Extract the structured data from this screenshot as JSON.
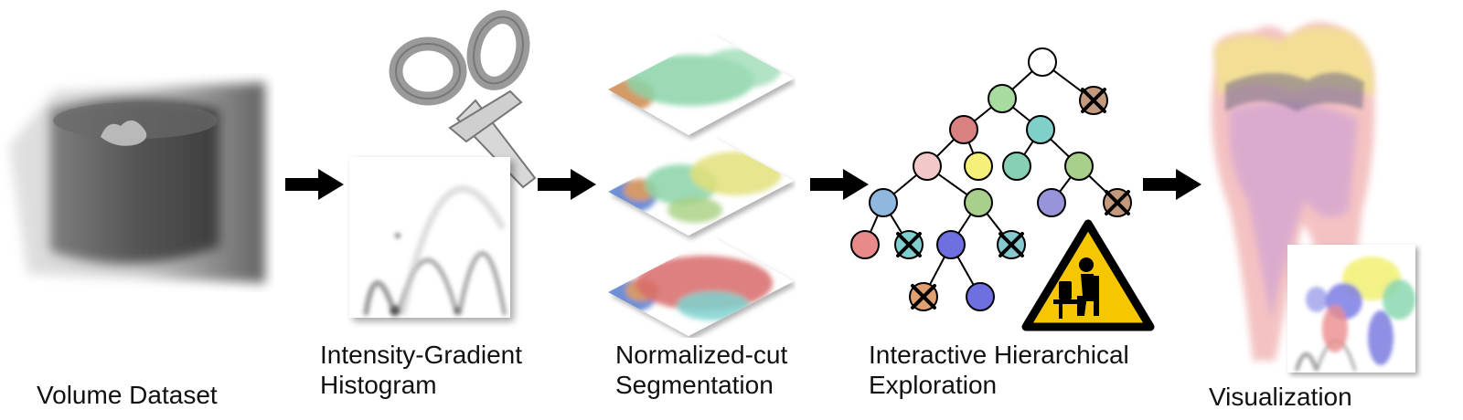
{
  "stages": [
    {
      "id": "volume",
      "label_lines": [
        "Volume Dataset"
      ]
    },
    {
      "id": "histogram",
      "label_lines": [
        "Intensity-Gradient",
        "Histogram"
      ]
    },
    {
      "id": "segmentation",
      "label_lines": [
        "Normalized-cut",
        "Segmentation"
      ]
    },
    {
      "id": "exploration",
      "label_lines": [
        "Interactive Hierarchical",
        "Exploration"
      ]
    },
    {
      "id": "visualization",
      "label_lines": [
        "Visualization"
      ]
    }
  ],
  "colors": {
    "arrow": "#000000",
    "orange": "#d9a070",
    "green": "#8ad3a8",
    "blue": "#6d8fd4",
    "yellow": "#e8e77a",
    "red": "#d86a6a",
    "cyan": "#7ed4d0",
    "purple": "#8a7ec8",
    "warning": "#f6c600"
  },
  "tree_node_colors": {
    "root": "#ffffff",
    "l1a": "#a8dba0",
    "l1b": "#c39a7e",
    "l2a": "#d98080",
    "l2b": "#7fd0c8",
    "l3a": "#f2c9c9",
    "l3b": "#f4f07a",
    "l3c": "#86d1b4",
    "l3d": "#a8cf8c",
    "l4a": "#90b8de",
    "l4b": "#a8cf8c",
    "l4c": "#9894da",
    "l4d": "#c39a7e",
    "l5a": "#e88a8a",
    "l5b": "#7fcfd0",
    "l5c": "#6e6fe0",
    "l5d": "#86c8cf",
    "l6a": "#e0a070",
    "l6b": "#6e6fe0"
  },
  "icons": [
    "scissors-icon",
    "warning-sign-icon",
    "computer-user-icon",
    "cross-mark-icon"
  ]
}
